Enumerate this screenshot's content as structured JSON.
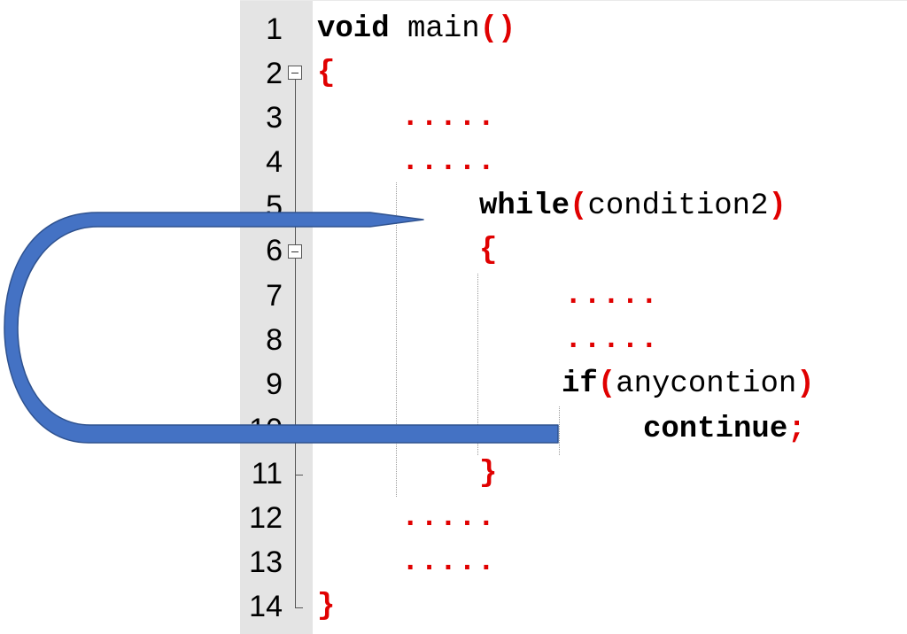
{
  "line_numbers": [
    "1",
    "2",
    "3",
    "4",
    "5",
    "6",
    "7",
    "8",
    "9",
    "10",
    "11",
    "12",
    "13",
    "14"
  ],
  "code": {
    "l1_kw": "void",
    "l1_fn": " main",
    "l1_paren": "()",
    "l2_brace": "{",
    "l3_dots": ".....",
    "l4_dots": ".....",
    "l5_kw": "while",
    "l5_open": "(",
    "l5_cond": "condition2",
    "l5_close": ")",
    "l6_brace": "{",
    "l7_dots": ".....",
    "l8_dots": ".....",
    "l9_kw": "if",
    "l9_open": "(",
    "l9_cond": "anycontion",
    "l9_close": ")",
    "l10_kw": "continue",
    "l10_semi": ";",
    "l11_brace": "}",
    "l12_dots": ".....",
    "l13_dots": ".....",
    "l14_brace": "}"
  },
  "colors": {
    "arrow_fill": "#4472c4",
    "arrow_stroke": "#2f528f",
    "syntax_red": "#e00000"
  }
}
